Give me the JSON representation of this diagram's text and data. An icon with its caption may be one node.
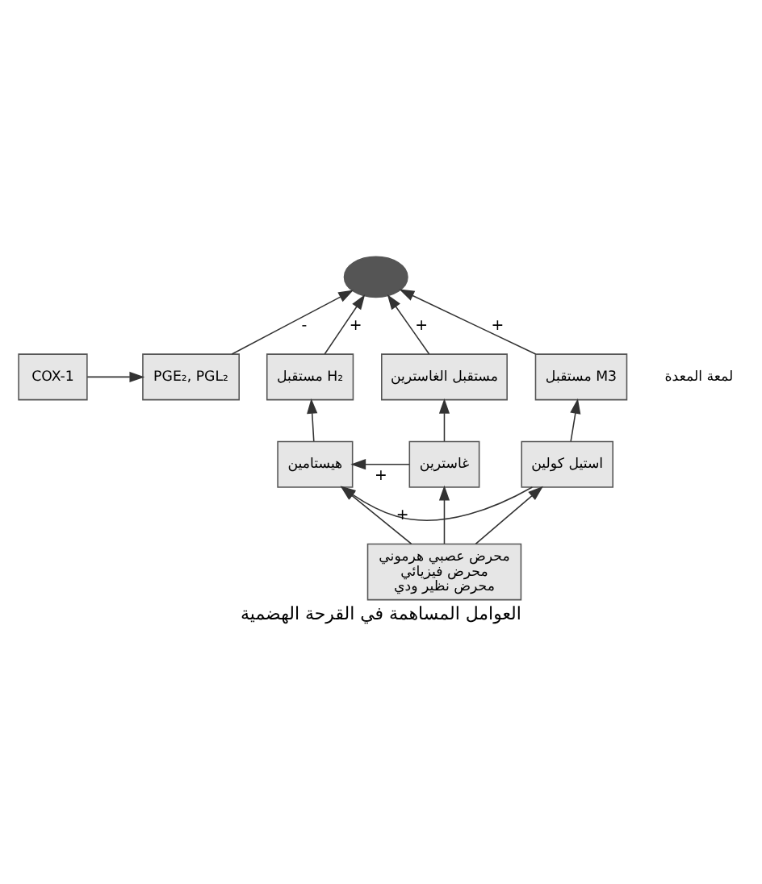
{
  "diagram": {
    "caption": "العوامل المساهمة في القرحة الهضمية",
    "nodes": [
      {
        "text": [
          "COX-1"
        ]
      },
      {
        "text": [
          "PGE₂, PGL₂"
        ]
      },
      {
        "text": [],
        "shape": "ellipse"
      },
      {
        "text": [
          "مستقبل H₂"
        ]
      },
      {
        "text": [
          "مستقبل الغاسترين"
        ]
      },
      {
        "text": [
          "مستقبل M3"
        ]
      },
      {
        "text": [
          "هيستامين"
        ]
      },
      {
        "text": [
          "غاسترين"
        ]
      },
      {
        "text": [
          "استيل كولين"
        ]
      },
      {
        "text": [
          "محرض عصبي هرموني",
          "محرض فيزيائي",
          "محرض نظير ودي"
        ]
      }
    ],
    "edges": [
      {
        "from": 0,
        "to": 1,
        "arrow": "to"
      },
      {
        "from": 1,
        "to": 2,
        "arrow": "to",
        "label": "-"
      },
      {
        "from": 3,
        "to": 2,
        "arrow": "to",
        "label": "+"
      },
      {
        "from": 4,
        "to": 2,
        "arrow": "to",
        "label": "+"
      },
      {
        "from": 5,
        "to": 2,
        "arrow": "to",
        "label": "+"
      },
      {
        "from": 6,
        "to": 3,
        "arrow": "to"
      },
      {
        "from": 7,
        "to": 4,
        "arrow": "to"
      },
      {
        "from": 8,
        "to": 5,
        "arrow": "to"
      },
      {
        "from": 7,
        "to": 6,
        "arrow": "to",
        "label": "+"
      },
      {
        "from": 9,
        "to": 6,
        "arrow": "to"
      },
      {
        "from": 9,
        "to": 7,
        "arrow": "to"
      },
      {
        "from": 9,
        "to": 8,
        "arrow": "to"
      },
      {
        "from": 8,
        "to": 6,
        "arrow": "to",
        "label": "+"
      }
    ],
    "labels": [
      "لمعة المعدة"
    ]
  }
}
